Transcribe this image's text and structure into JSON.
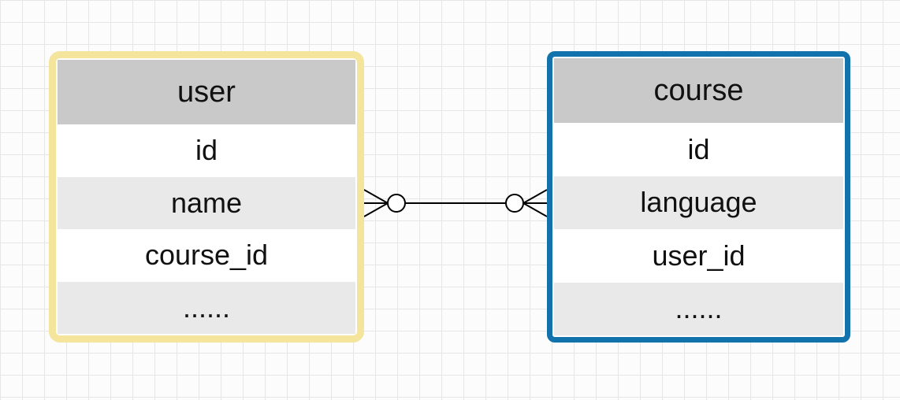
{
  "diagram": {
    "tables": [
      {
        "name": "user",
        "fields": [
          "id",
          "name",
          "course_id",
          "......"
        ],
        "border_color": "#f4e49c"
      },
      {
        "name": "course",
        "fields": [
          "id",
          "language",
          "user_id",
          "......"
        ],
        "border_color": "#1273ac"
      }
    ],
    "relationship": {
      "from": "user",
      "to": "course",
      "left_cardinality": "zero-or-many",
      "right_cardinality": "zero-or-many",
      "notation": "crows-foot"
    },
    "colors": {
      "header_bg": "#c9c9c9",
      "row_even_bg": "#ffffff",
      "row_odd_bg": "#e9e9e9",
      "canvas_bg": "#fcfcfc",
      "grid_line": "#e4e7e4",
      "line_color": "#000000",
      "user_border": "#f4e49c",
      "course_border": "#1273ac"
    }
  }
}
